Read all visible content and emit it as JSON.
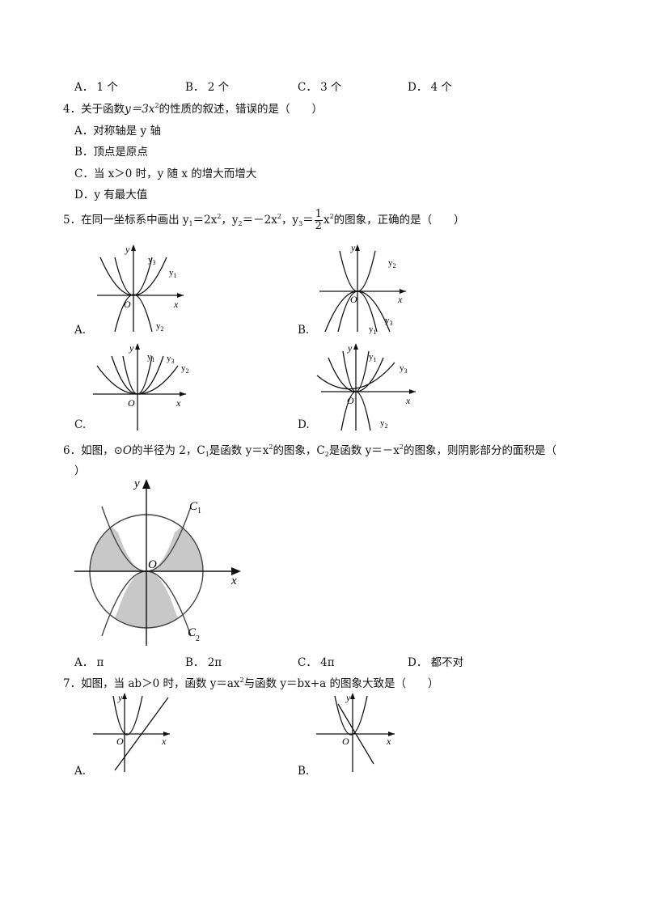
{
  "q3": {
    "options": [
      {
        "key": "A．",
        "text": "1 个"
      },
      {
        "key": "B．",
        "text": "2 个"
      },
      {
        "key": "C．",
        "text": "3 个"
      },
      {
        "key": "D．",
        "text": "4 个"
      }
    ]
  },
  "q4": {
    "number": "4．",
    "stem_a": "关于函数",
    "stem_fn": "y＝3x",
    "stem_exp": "2",
    "stem_b": "的性质的叙述，错误的是（　　）",
    "options": [
      "A．对称轴是 y 轴",
      "B．顶点是原点",
      "C．当 x＞0 时，y 随 x 的增大而增大",
      "D．y 有最大值"
    ]
  },
  "q5": {
    "number": "5．",
    "stem_a": "在同一坐标系中画出 y",
    "stem_b": "＝2x",
    "stem_c": "，y",
    "stem_d": "＝－2x",
    "stem_e": "，y",
    "stem_f": "＝",
    "frac_num": "1",
    "frac_den": "2",
    "stem_g": "x",
    "stem_h": "的图象，正确的是（　　）",
    "options": [
      "A.",
      "B.",
      "C.",
      "D."
    ],
    "graph_labels": {
      "y": "y",
      "x": "x",
      "o": "O",
      "y1": "y",
      "y2": "y",
      "y3": "y",
      "s1": "1",
      "s2": "2",
      "s3": "3"
    }
  },
  "q6": {
    "number": "6．",
    "stem_a": "如图，",
    "circle_sym": "⊙",
    "stem_o": "O",
    "stem_b": "的半径为 2，C",
    "stem_c": "是函数 y＝x",
    "stem_d": "的图象，C",
    "stem_e": "是函数 y＝－x",
    "stem_f": "的图象，则阴影部分的面积是（",
    "stem_g": "）",
    "figure_labels": {
      "y": "y",
      "x": "x",
      "o": "O",
      "c1": "C",
      "c1s": "1",
      "c2": "C",
      "c2s": "2"
    },
    "options": [
      {
        "key": "A．",
        "text": "π"
      },
      {
        "key": "B．",
        "text": "2π"
      },
      {
        "key": "C．",
        "text": "4π"
      },
      {
        "key": "D．",
        "text": "都不对"
      }
    ]
  },
  "q7": {
    "number": "7．",
    "stem_a": "如图，当 ab＞0 时，函数 y＝ax",
    "stem_b": "与函数 y＝bx+a 的图象大致是（　　）",
    "options": [
      "A.",
      "B."
    ],
    "graph_labels": {
      "y": "y",
      "x": "x",
      "o": "O"
    }
  },
  "superscript_2": "2",
  "sub_1": "1",
  "sub_2": "2",
  "sub_3": "3"
}
